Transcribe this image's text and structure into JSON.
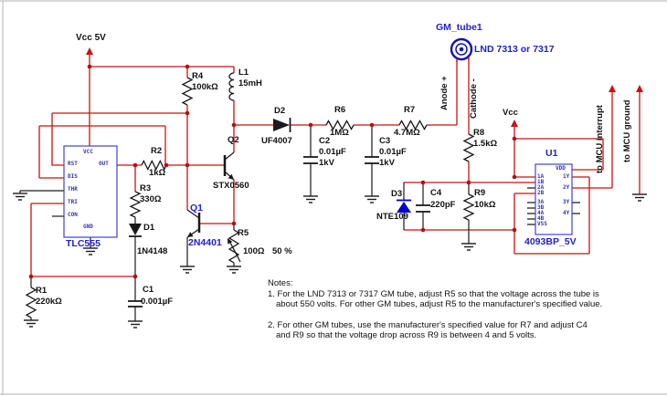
{
  "power": {
    "vcc5_label": "Vcc 5V",
    "vcc_label": "Vcc"
  },
  "components": {
    "r1": {
      "ref": "R1",
      "value": "220kΩ"
    },
    "r2": {
      "ref": "R2",
      "value": "1kΩ"
    },
    "r3": {
      "ref": "R3",
      "value": "330Ω"
    },
    "r4": {
      "ref": "R4",
      "value": "100kΩ"
    },
    "r5": {
      "ref": "R5",
      "value": "100Ω",
      "setting": "50 %"
    },
    "r6": {
      "ref": "R6",
      "value": "1MΩ"
    },
    "r7": {
      "ref": "R7",
      "value": "4.7MΩ"
    },
    "r8": {
      "ref": "R8",
      "value": "1.5kΩ"
    },
    "r9": {
      "ref": "R9",
      "value": "10kΩ"
    },
    "c1": {
      "ref": "C1",
      "value": "0.001µF"
    },
    "c2": {
      "ref": "C2",
      "value": "0.01µF",
      "rating": "1kV"
    },
    "c3": {
      "ref": "C3",
      "value": "0.01µF",
      "rating": "1kV"
    },
    "c4": {
      "ref": "C4",
      "value": "220pF"
    },
    "l1": {
      "ref": "L1",
      "value": "15mH"
    },
    "d1": {
      "ref": "D1",
      "value": "1N4148"
    },
    "d2": {
      "ref": "D2",
      "value": "UF4007"
    },
    "d3": {
      "ref": "D3",
      "value": "NTE109"
    },
    "q1": {
      "ref": "Q1",
      "value": "2N4401"
    },
    "q2": {
      "ref": "Q2",
      "value": "STX0560"
    }
  },
  "timer_ic": {
    "label": "TLC555",
    "pin_top": "VCC",
    "pin_bottom": "GND",
    "pin_right": "OUT",
    "pins_left": [
      "RST",
      "DIS",
      "THR",
      "TRI",
      "CON"
    ]
  },
  "nand_ic": {
    "ref": "U1",
    "part": "4093BP_5V",
    "pins_left": [
      "1A",
      "1B",
      "2A",
      "2B",
      "3A",
      "3B",
      "4A",
      "4B",
      "VSS"
    ],
    "pins_right": [
      "VDD",
      "1Y",
      "2Y",
      "3Y",
      "4Y"
    ]
  },
  "gm_tube": {
    "ref": "GM_tube1",
    "part": "LND 7313 or 7317",
    "anode_label": "Anode +",
    "cathode_label": "Cathode -"
  },
  "mcu": {
    "interrupt_label": "to MCU interrupt",
    "ground_label": "to MCU ground"
  },
  "notes": {
    "title": "Notes:",
    "n1a": "1. For the LND 7313 or 7317 GM tube, adjust R5 so that the voltage across the tube is",
    "n1b": "about 550 volts.  For other GM tubes, adjust R5 to the manufacturer's specified value.",
    "n2a": "2. For other GM tubes, use the manufacturer's specified value for R7 and adjust C4",
    "n2b": "and R9 so that the voltage drop across R9 is between 4 and 5 volts."
  },
  "colors": {
    "wire": "#cc1111",
    "component": "#1a1a1a",
    "blue_part": "#0000cc",
    "ic_border": "#4444cc"
  }
}
